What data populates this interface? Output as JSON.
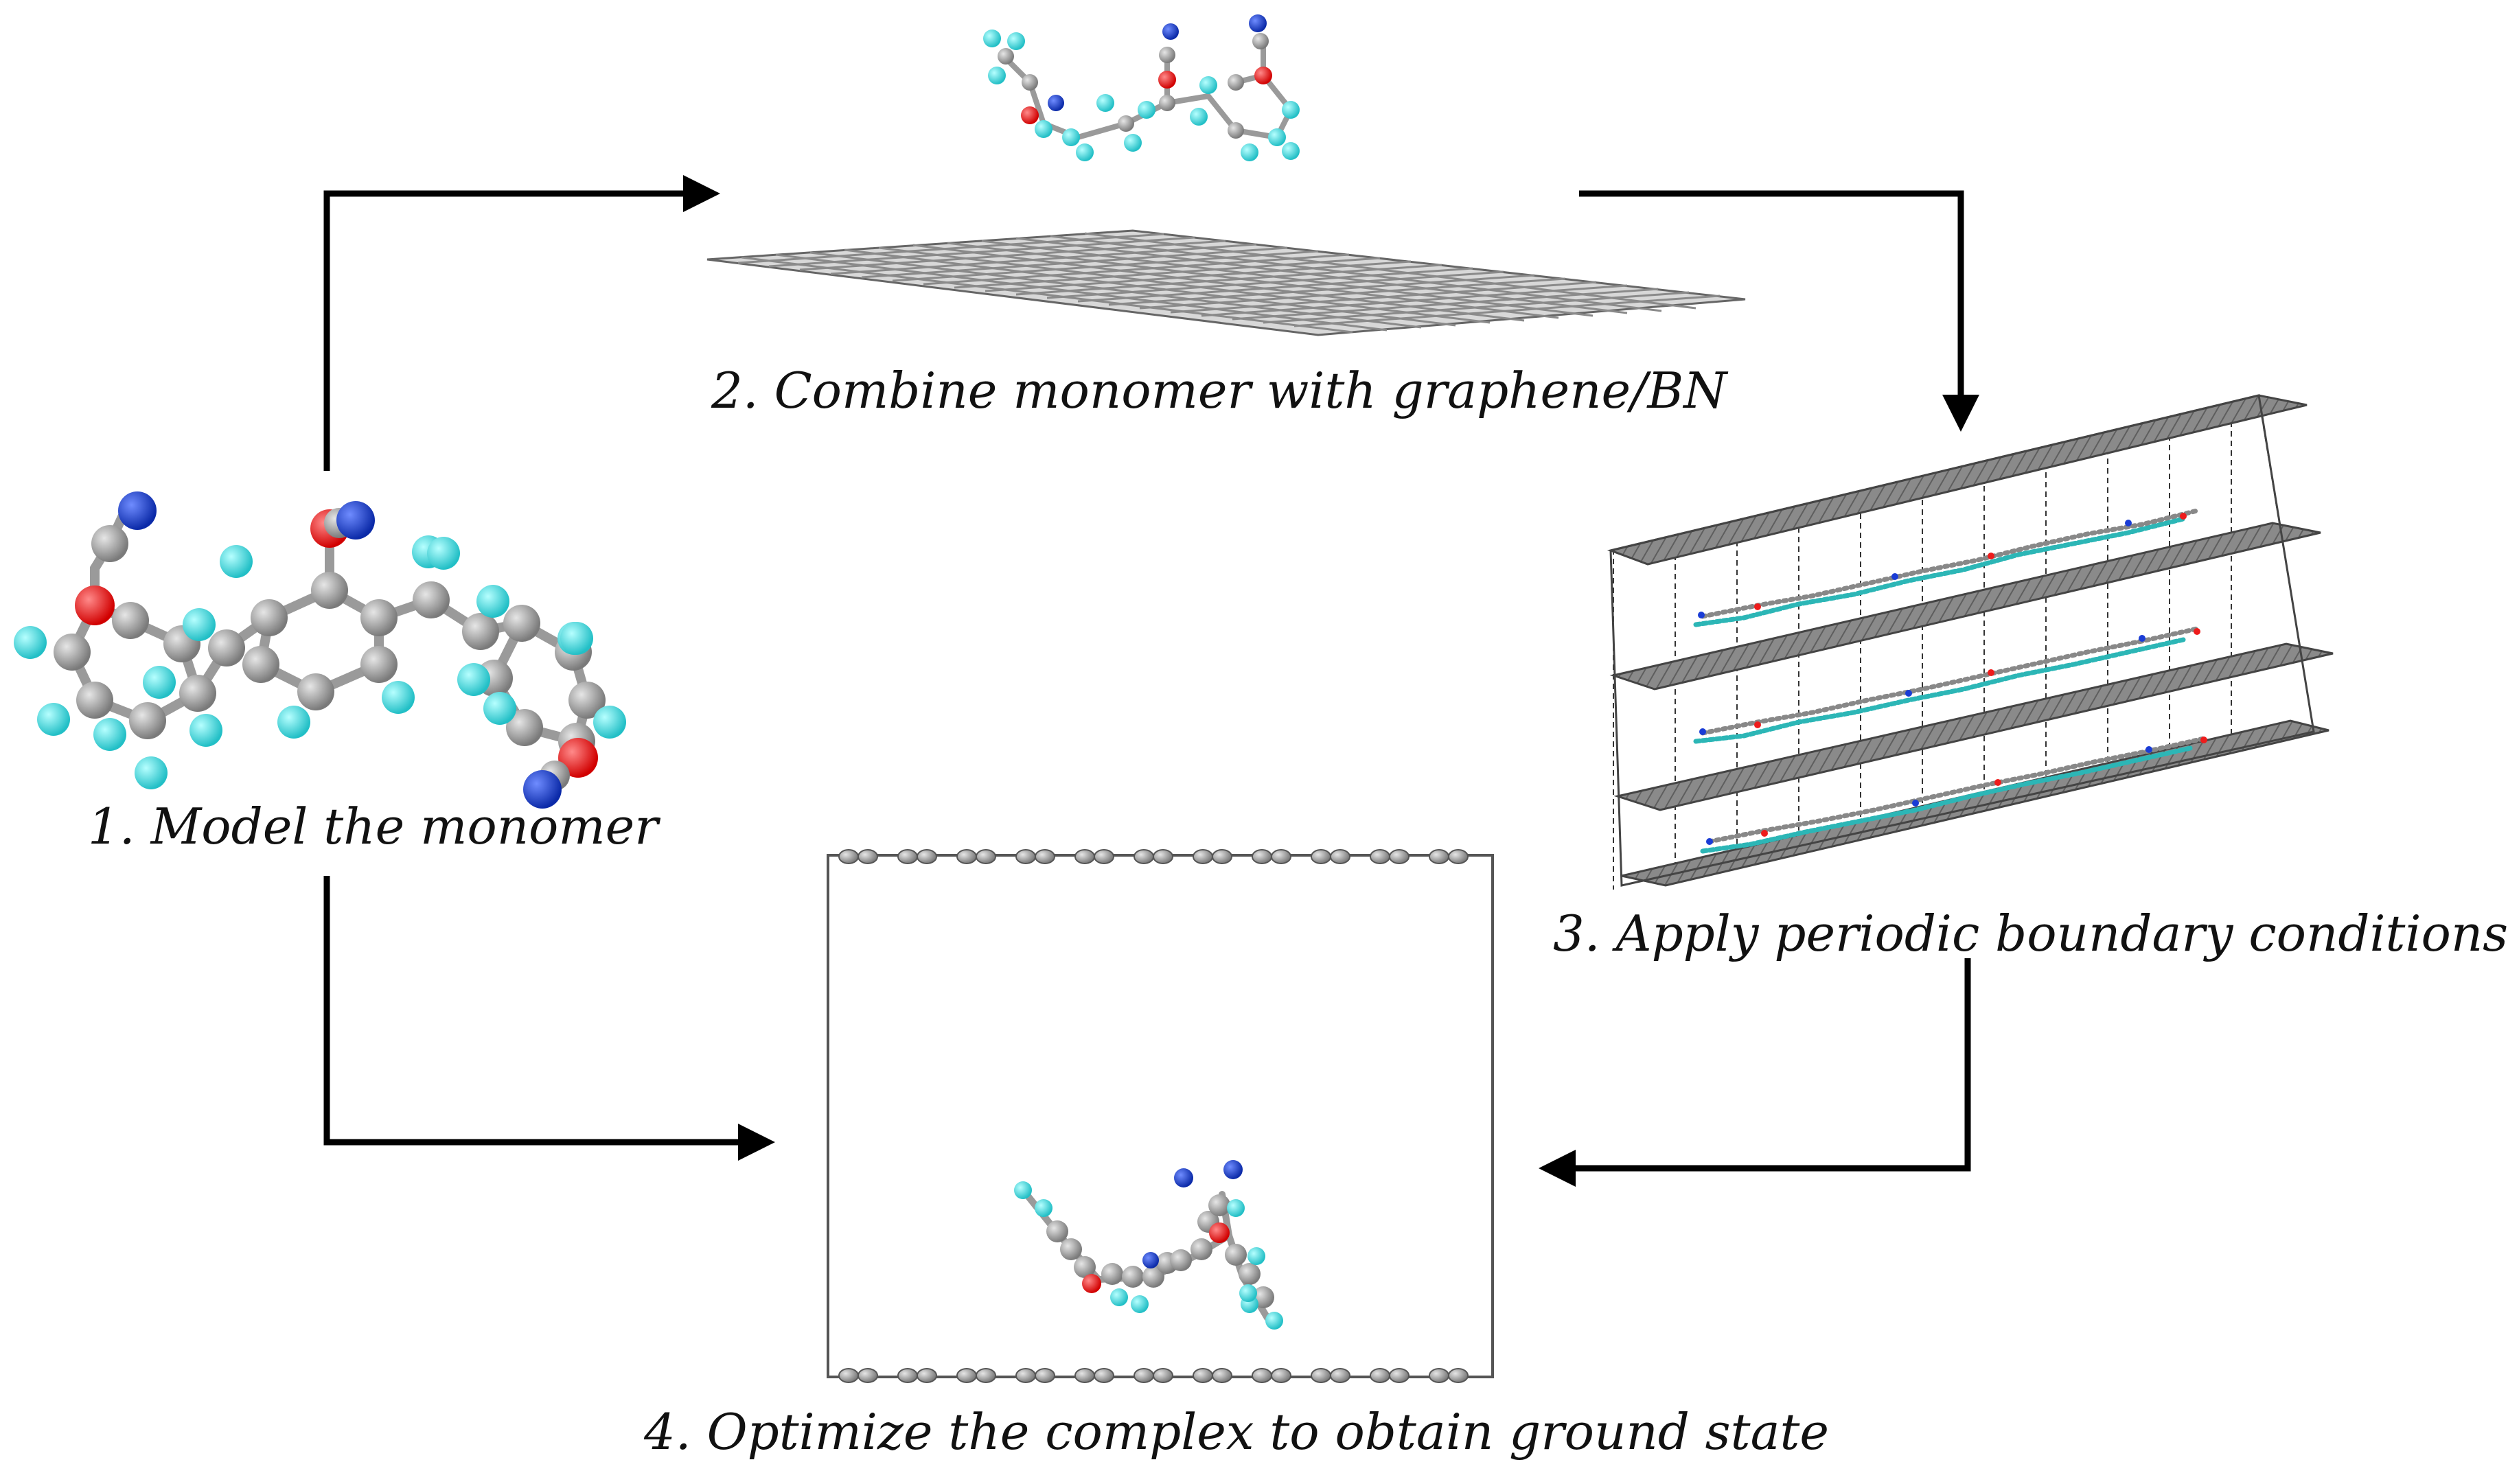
{
  "steps": [
    {
      "id": "model",
      "label": "1. Model the monomer"
    },
    {
      "id": "combine",
      "label": "2. Combine monomer with graphene/BN"
    },
    {
      "id": "periodic",
      "label": "3. Apply periodic boundary conditions"
    },
    {
      "id": "optimize",
      "label": "4. Optimize the complex to obtain ground state"
    }
  ],
  "colors": {
    "carbon": "#9a9a9a",
    "oxygen": "#ee1c1c",
    "nitrogen": "#1a3cd6",
    "fluorine": "#3fd6dc",
    "arrow": "#000000",
    "sheet": "#707070",
    "cell_edge": "#555555"
  }
}
